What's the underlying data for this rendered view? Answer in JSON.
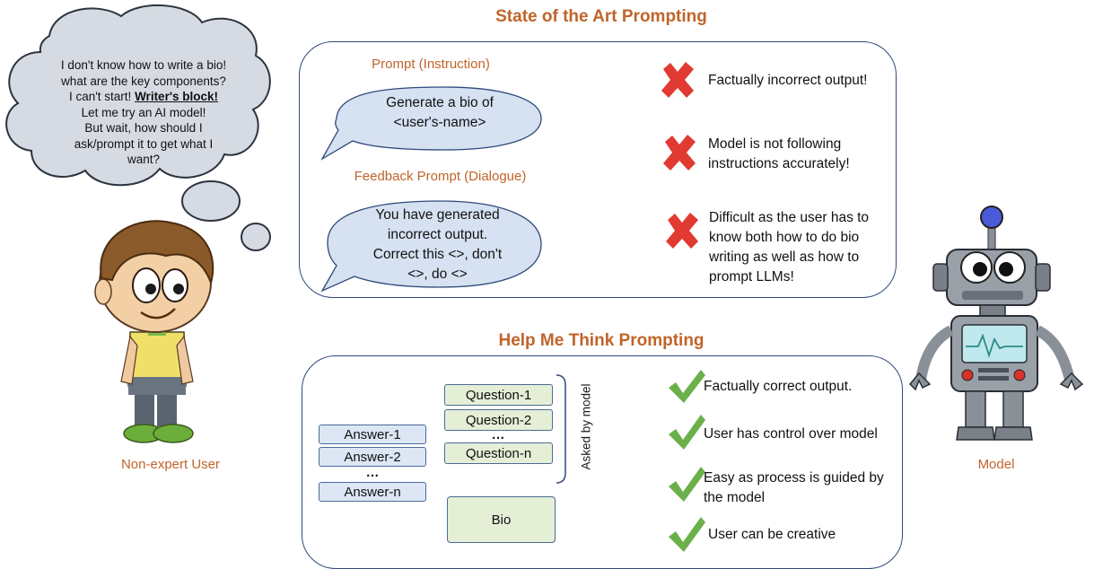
{
  "top_section": {
    "title": "State of the Art Prompting",
    "prompt_label": "Prompt (Instruction)",
    "prompt_bubble": [
      "Generate a bio of",
      "<user's-name>"
    ],
    "feedback_label": "Feedback Prompt (Dialogue)",
    "feedback_bubble": [
      "You have generated",
      "incorrect output.",
      "Correct this <>, don't",
      "<>, do <>"
    ],
    "problems": [
      [
        "Factually incorrect output!"
      ],
      [
        "Model is not following",
        "instructions accurately!"
      ],
      [
        "Difficult as the user has to",
        "know both how to do bio",
        "writing as well as how to",
        "prompt LLMs!"
      ]
    ]
  },
  "bottom_section": {
    "title": "Help Me Think Prompting",
    "answers": [
      "Answer-1",
      "Answer-2",
      "…",
      "Answer-n"
    ],
    "questions": [
      "Question-1",
      "Question-2",
      "…",
      "Question-n"
    ],
    "bracket_label": "Asked by model",
    "bio_label": "Bio",
    "benefits": [
      [
        "Factually correct output."
      ],
      [
        "User has control over model"
      ],
      [
        "Easy as process is guided by",
        "the model"
      ],
      [
        "User can be creative"
      ]
    ]
  },
  "user": {
    "thought_lines": [
      {
        "text": "I don't know how to write a bio!"
      },
      {
        "text": "what are the key components?"
      },
      {
        "text": "I can't start! ",
        "bold": "Writer's block!"
      },
      {
        "text": "Let me try an AI model!"
      },
      {
        "text": "But wait, how should I"
      },
      {
        "text": "ask/prompt it to get what I"
      },
      {
        "text": "want?"
      }
    ],
    "caption": "Non-expert User"
  },
  "model": {
    "caption": "Model"
  },
  "colors": {
    "accent_orange": "#c0642a",
    "panel_border": "#2f4a7a",
    "bubble_fill": "#d6e1f1",
    "cross_red": "#e03a32",
    "check_green": "#6cb04a",
    "answer_fill": "#dce6f4",
    "question_fill": "#e4efd6"
  }
}
